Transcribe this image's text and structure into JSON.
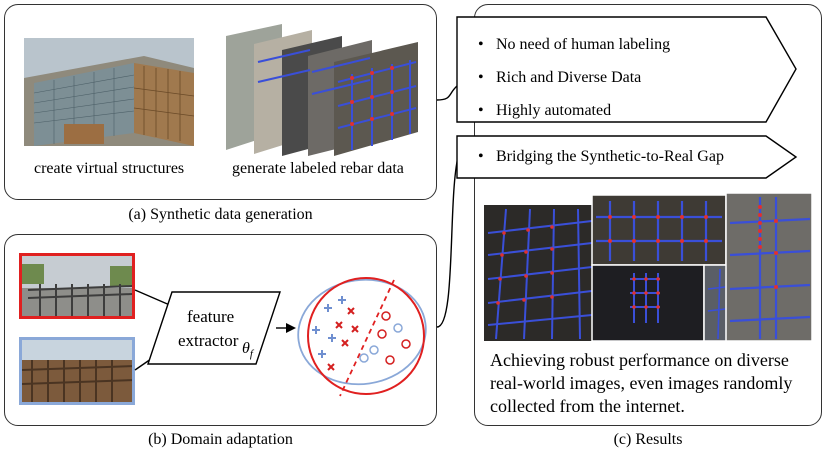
{
  "panel_a": {
    "label_create": "create virtual structures",
    "label_generate": "generate labeled rebar data",
    "caption": "(a) Synthetic data generation"
  },
  "panel_b": {
    "feature_label_1": "feature",
    "feature_label_2": "extractor",
    "theta_symbol": "θ",
    "theta_subscript": "f",
    "caption": "(b) Domain adaptation"
  },
  "panel_c": {
    "bullets_top": [
      "No need of human labeling",
      "Rich and Diverse Data",
      "Highly automated"
    ],
    "bullet_bridge": "Bridging the Synthetic-to-Real Gap",
    "result_lines": [
      "Achieving robust performance on diverse",
      "real-world images, even images randomly",
      "collected from the internet."
    ],
    "caption": "(c) Results"
  },
  "colors": {
    "source_border": "#e02020",
    "target_border": "#8aa8d8",
    "cross_red": "#d42020",
    "plus_blue": "#6f8fd0",
    "rebar_blue": "#3a4fd8",
    "rebar_red": "#e03030"
  }
}
